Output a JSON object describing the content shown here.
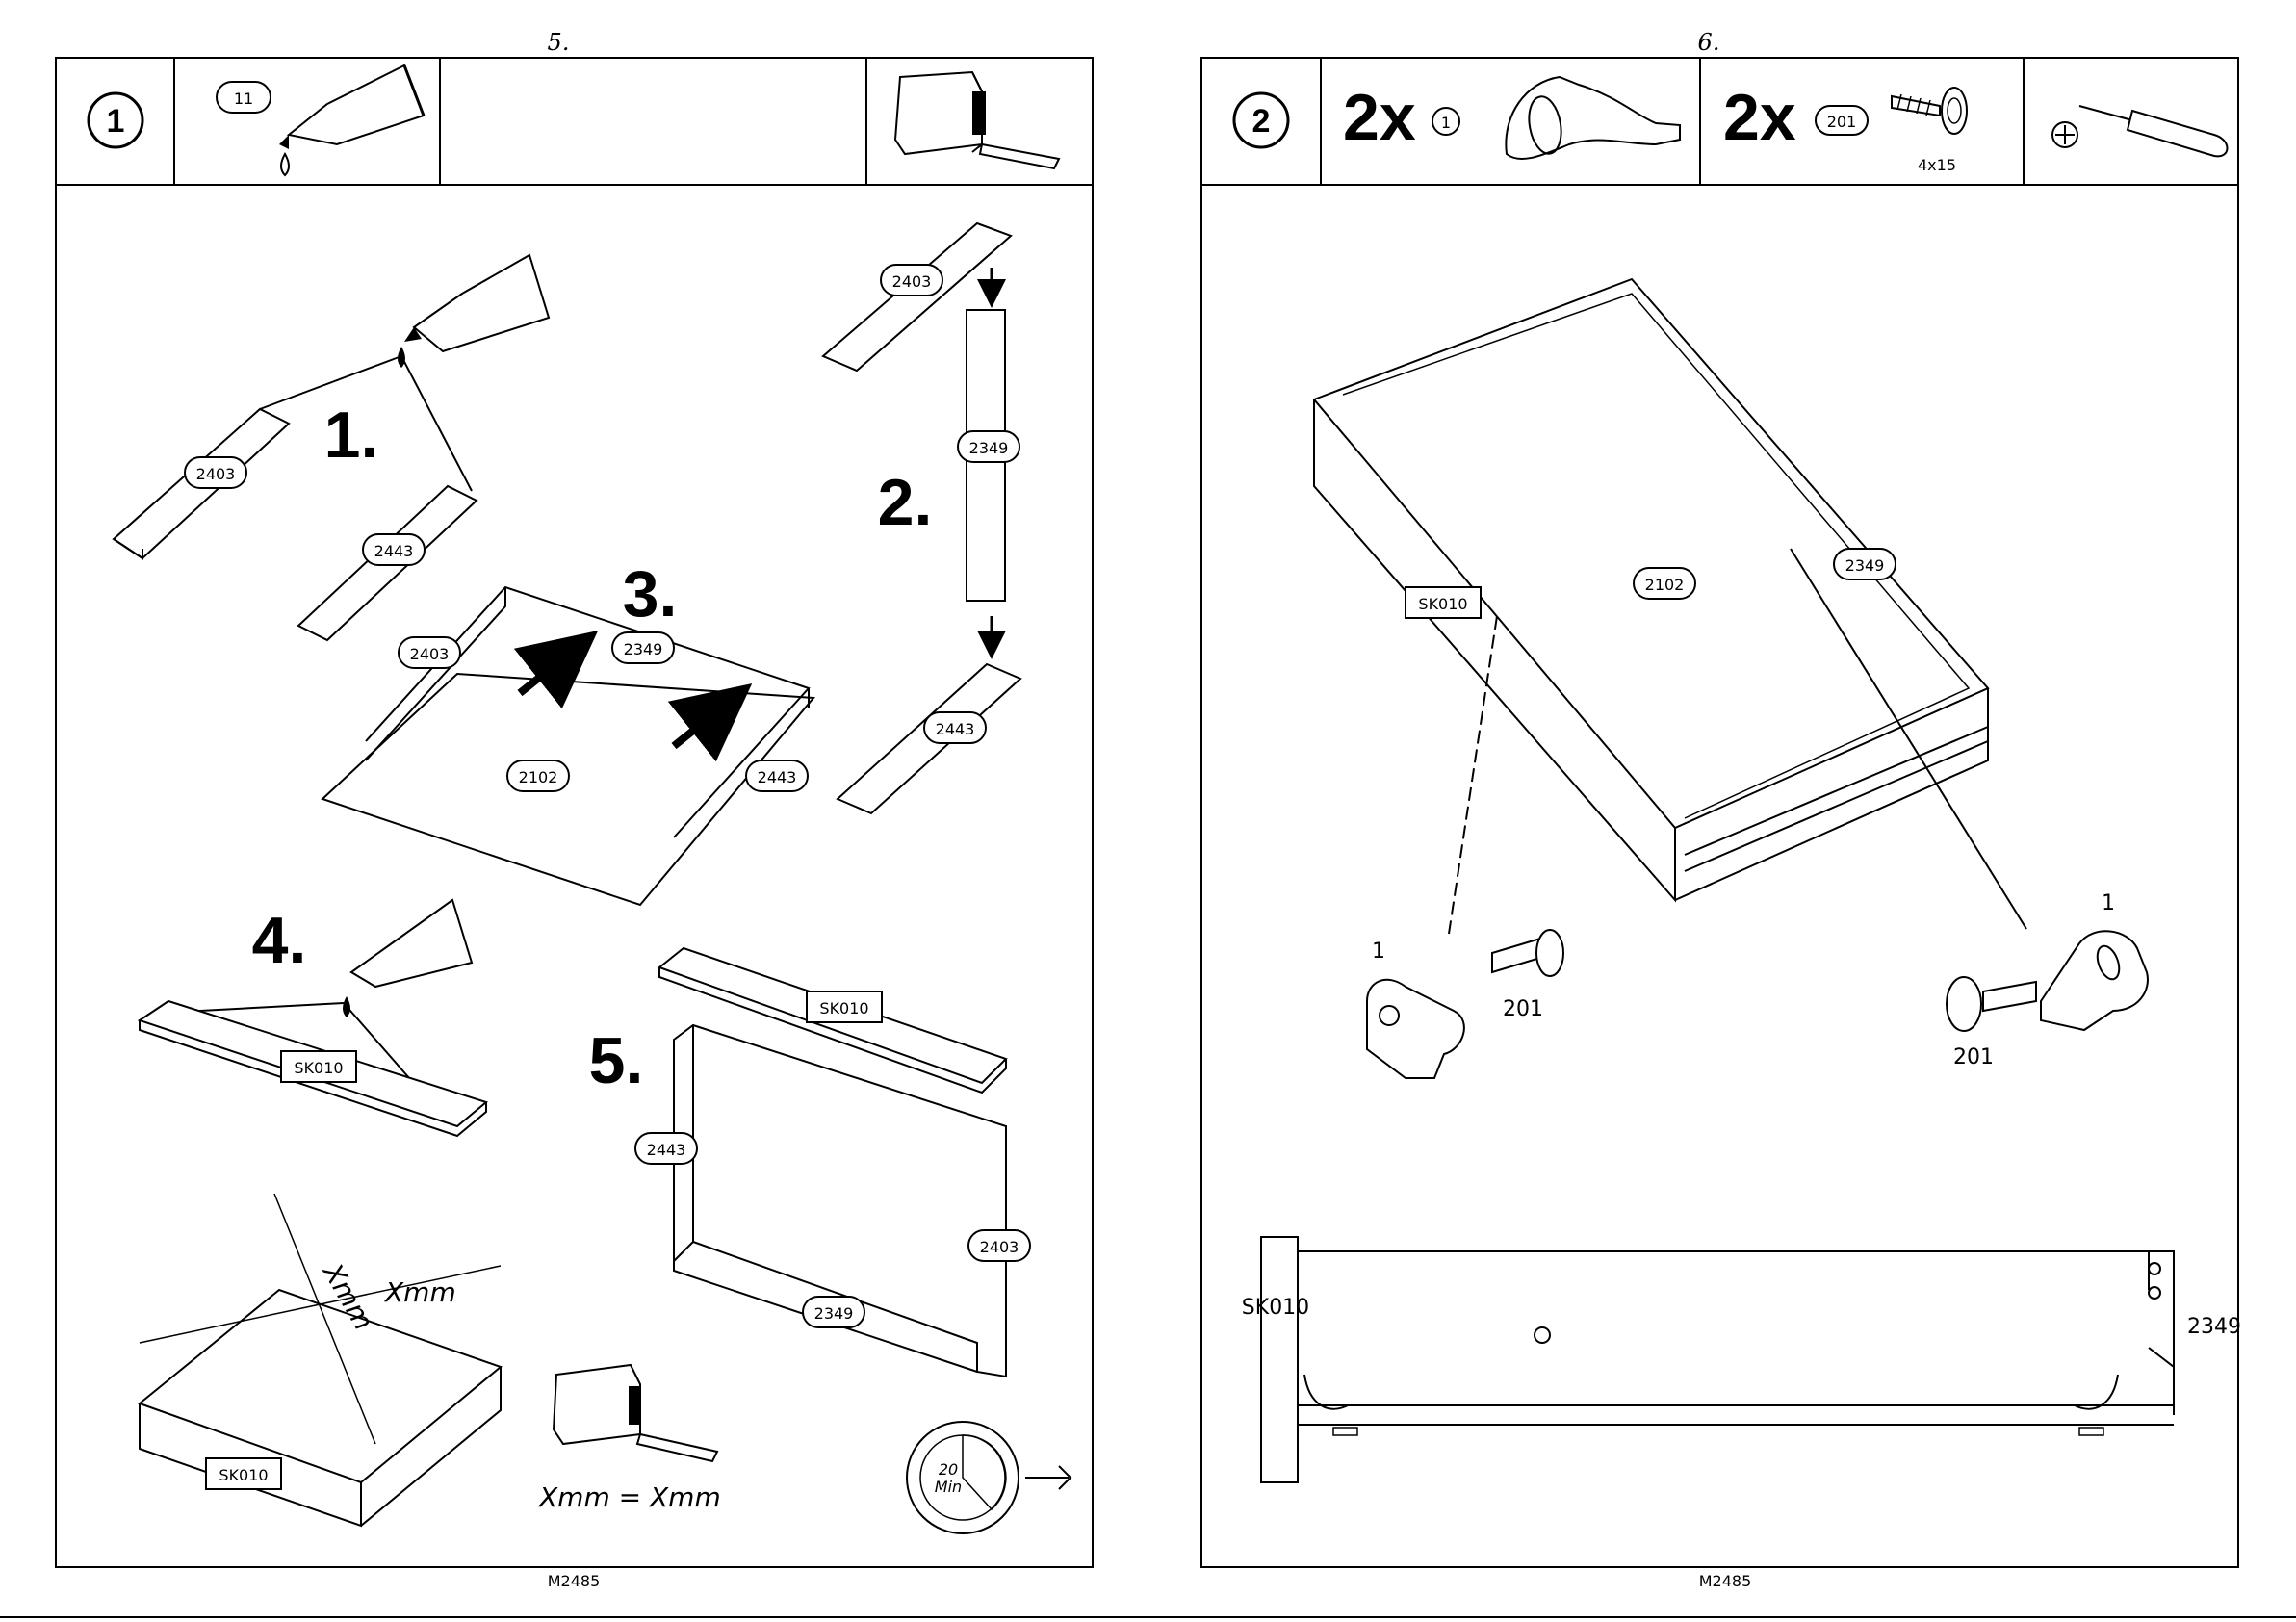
{
  "left_page": {
    "page_number": "5.",
    "step_badge": "1",
    "glue_part_badge": "11",
    "substeps": [
      "1.",
      "2.",
      "3.",
      "4.",
      "5."
    ],
    "part_labels": {
      "p2403a": "2403",
      "p2443a": "2443",
      "p2403b": "2403",
      "p2349a": "2349",
      "p2443b": "2443",
      "p2403c": "2403",
      "p2349b": "2349",
      "p2102": "2102",
      "p2443c": "2443",
      "sk010a": "SK010",
      "sk010b": "SK010",
      "p2443d": "2443",
      "p2403d": "2403",
      "p2349c": "2349",
      "sk010c": "SK010"
    },
    "dimension_label_1": "Xmm",
    "dimension_label_2": "Xmm",
    "measure_equation": "Xmm  =  Xmm",
    "timer_value": "20",
    "timer_unit": "Min",
    "footer_code": "M2485"
  },
  "right_page": {
    "page_number": "6.",
    "step_badge": "2",
    "qty_1": "2x",
    "part_1_badge": "1",
    "qty_2": "2x",
    "part_2_badge": "201",
    "screw_size": "4x15",
    "part_labels": {
      "sk010": "SK010",
      "p2102": "2102",
      "p2349": "2349",
      "bracket_left": "1",
      "screw_left": "201",
      "bracket_right": "1",
      "screw_right": "201",
      "sk010_side": "SK010",
      "p2349_side": "2349"
    },
    "footer_code": "M2485"
  },
  "colors": {
    "ink": "#000000",
    "paper": "#ffffff"
  }
}
